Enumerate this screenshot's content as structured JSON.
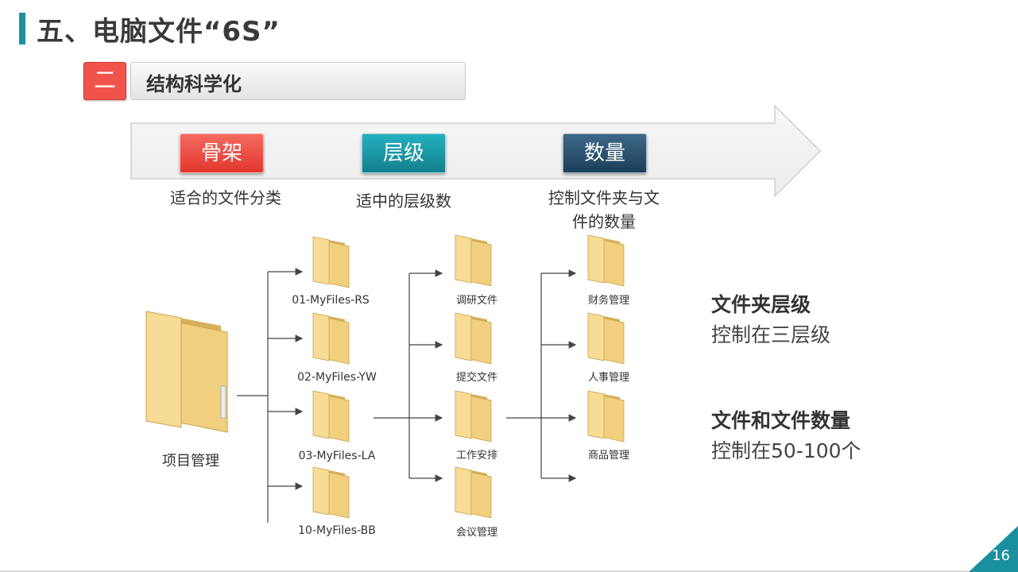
{
  "title": "五、电脑文件“6S”",
  "section": {
    "number": "二",
    "label": "结构科学化"
  },
  "pillars": [
    {
      "name": "骨架",
      "desc_lines": [
        "适合的文件分类"
      ]
    },
    {
      "name": "层级",
      "desc_lines": [
        "适中的层级数"
      ]
    },
    {
      "name": "数量",
      "desc_lines": [
        "控制文件夹与文",
        "件的数量"
      ]
    }
  ],
  "tree": {
    "root": "项目管理",
    "level1": [
      "01-MyFiles-RS",
      "02-MyFiles-YW",
      "03-MyFiles-LA",
      "10-MyFiles-BB"
    ],
    "level2": [
      "调研文件",
      "提交文件",
      "工作安排",
      "会议管理"
    ],
    "level3": [
      "财务管理",
      "人事管理",
      "商品管理"
    ]
  },
  "notes": [
    {
      "heading": "文件夹层级",
      "text": "控制在三层级"
    },
    {
      "heading": "文件和文件数量",
      "text": "控制在50-100个"
    }
  ],
  "page_number": "16",
  "colors": {
    "accent": "#1f8fa0",
    "red": "#ef5349",
    "teal": "#1a9aa8",
    "navy": "#2a5170",
    "folder": "#f2cf7a"
  }
}
